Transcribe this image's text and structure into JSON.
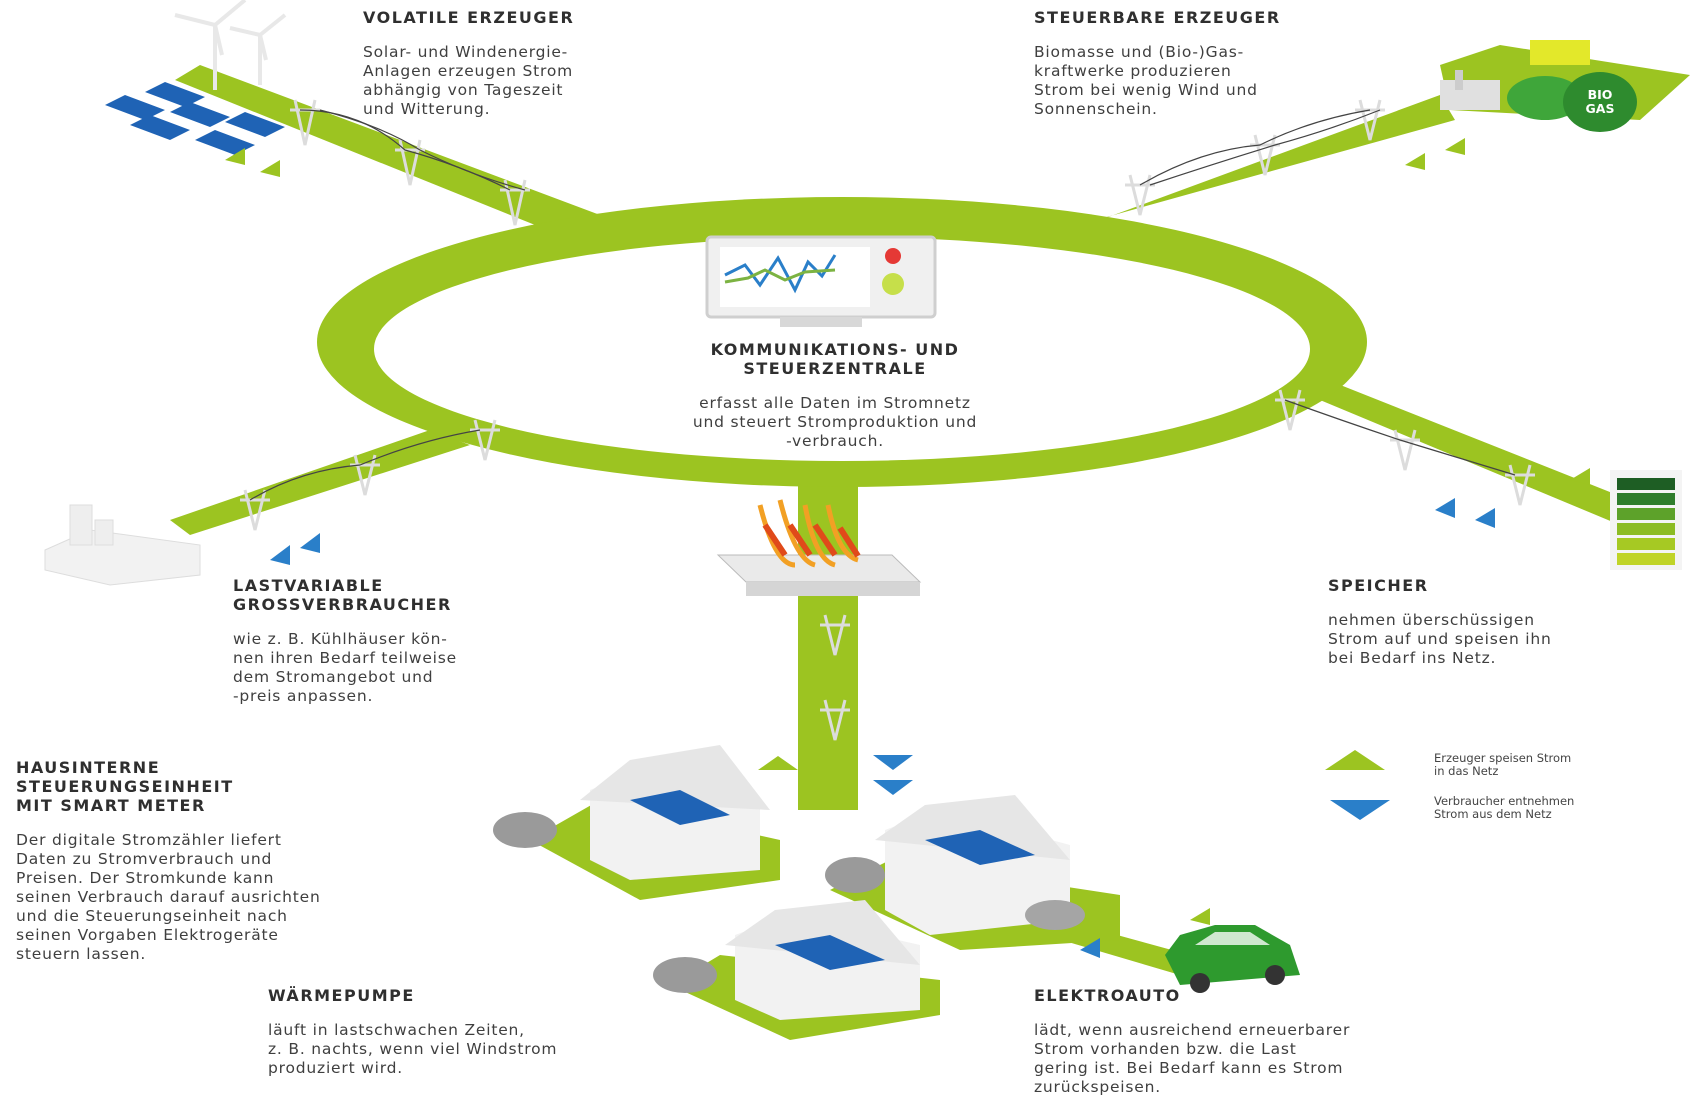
{
  "colors": {
    "grid_green": "#9cc421",
    "dark_green": "#2e8b2e",
    "arrow_blue": "#2a7fc9",
    "panel_blue": "#1f63b5"
  },
  "volatile": {
    "title": "VOLATILE ERZEUGER",
    "body": "Solar- und Windenergie-\nAnlagen erzeugen Strom\nabhängig von Tageszeit\nund Witterung."
  },
  "steuerbar": {
    "title": "STEUERBARE ERZEUGER",
    "body": "Biomasse und (Bio-)Gas-\nkraftwerke produzieren\nStrom bei wenig Wind und\nSonnenschein.",
    "bio_label_1": "BIO",
    "bio_label_2": "GAS"
  },
  "zentrale": {
    "title": "KOMMUNIKATIONS- UND\nSTEUERZENTRALE",
    "body": "erfasst alle Daten im Stromnetz\nund steuert Stromproduktion und\n-verbrauch."
  },
  "gross": {
    "title": "LASTVARIABLE\nGROSSVERBRAUCHER",
    "body": "wie z. B. Kühlhäuser kön-\nnen ihren Bedarf teilweise\ndem Stromangebot und\n-preis anpassen."
  },
  "speicher": {
    "title": "SPEICHER",
    "body": "nehmen überschüssigen\nStrom auf und speisen ihn\nbei Bedarf ins Netz."
  },
  "haus": {
    "title": "HAUSINTERNE\nSTEUERUNGSEINHEIT\nMIT SMART METER",
    "body": "Der digitale Stromzähler liefert\nDaten zu Stromverbrauch und\nPreisen. Der Stromkunde kann\nseinen Verbrauch darauf ausrichten\nund die Steuerungseinheit nach\nseinen  Vorgaben Elektrogeräte\nsteuern lassen."
  },
  "waerme": {
    "title": "WÄRMEPUMPE",
    "body": "läuft in lastschwachen Zeiten,\nz. B. nachts, wenn viel Windstrom\nproduziert wird."
  },
  "auto": {
    "title": "ELEKTROAUTO",
    "body": "lädt, wenn ausreichend erneuerbarer\nStrom vorhanden bzw. die Last\ngering ist. Bei Bedarf kann es Strom\nzurückspeisen."
  },
  "legend": {
    "feed_in": "Erzeuger speisen Strom\nin das Netz",
    "draw": "Verbraucher entnehmen\nStrom aus dem Netz"
  }
}
